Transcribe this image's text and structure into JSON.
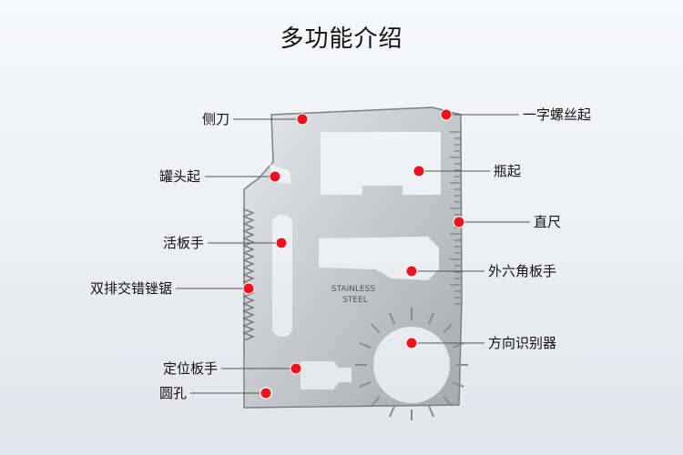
{
  "title": "多功能介绍",
  "card_stamp": {
    "line1": "STAINLESS",
    "line2": "STEEL"
  },
  "labels": {
    "side_blade": "侧刀",
    "can_opener": "罐头起",
    "adjustable_wrench": "活板手",
    "double_row_saw": "双排交错锉锯",
    "positioning_wrench": "定位板手",
    "round_hole": "圆孔",
    "flat_screwdriver": "一字螺丝起",
    "bottle_opener": "瓶起",
    "ruler": "直尺",
    "hex_wrench": "外六角板手",
    "direction_finder": "方向识别器"
  },
  "colors": {
    "marker": "#e8141e",
    "line": "#555555",
    "steel_light": "#d9dadc",
    "steel_dark": "#8c8e92"
  }
}
